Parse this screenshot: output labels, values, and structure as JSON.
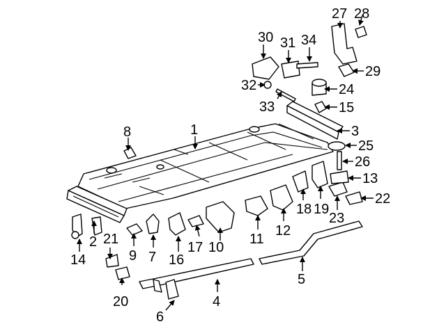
{
  "figure": {
    "callouts": [
      {
        "id": "1",
        "label": "1"
      },
      {
        "id": "2",
        "label": "2"
      },
      {
        "id": "3",
        "label": "3"
      },
      {
        "id": "4",
        "label": "4"
      },
      {
        "id": "5",
        "label": "5"
      },
      {
        "id": "6",
        "label": "6"
      },
      {
        "id": "7",
        "label": "7"
      },
      {
        "id": "8",
        "label": "8"
      },
      {
        "id": "9",
        "label": "9"
      },
      {
        "id": "10",
        "label": "10"
      },
      {
        "id": "11",
        "label": "11"
      },
      {
        "id": "12",
        "label": "12"
      },
      {
        "id": "13",
        "label": "13"
      },
      {
        "id": "14",
        "label": "14"
      },
      {
        "id": "15",
        "label": "15"
      },
      {
        "id": "16",
        "label": "16"
      },
      {
        "id": "17",
        "label": "17"
      },
      {
        "id": "18",
        "label": "18"
      },
      {
        "id": "19",
        "label": "19"
      },
      {
        "id": "20",
        "label": "20"
      },
      {
        "id": "21",
        "label": "21"
      },
      {
        "id": "22",
        "label": "22"
      },
      {
        "id": "23",
        "label": "23"
      },
      {
        "id": "24",
        "label": "24"
      },
      {
        "id": "25",
        "label": "25"
      },
      {
        "id": "26",
        "label": "26"
      },
      {
        "id": "27",
        "label": "27"
      },
      {
        "id": "28",
        "label": "28"
      },
      {
        "id": "29",
        "label": "29"
      },
      {
        "id": "30",
        "label": "30"
      },
      {
        "id": "31",
        "label": "31"
      },
      {
        "id": "32",
        "label": "32"
      },
      {
        "id": "33",
        "label": "33"
      },
      {
        "id": "34",
        "label": "34"
      }
    ]
  }
}
